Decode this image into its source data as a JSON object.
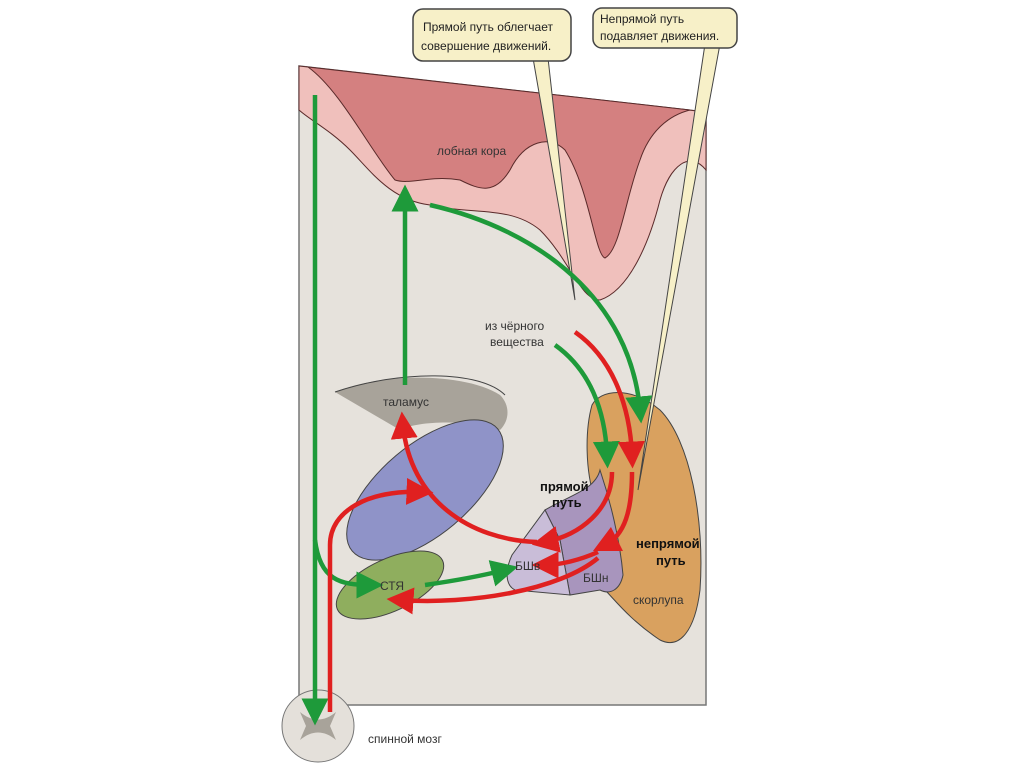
{
  "callouts": {
    "direct": [
      "Прямой путь облегчает",
      "совершение движений."
    ],
    "indirect": [
      "Непрямой путь",
      "подавляет движения."
    ]
  },
  "labels": {
    "cortex": "лобная кора",
    "substantia_nigra": [
      "из чёрного",
      "вещества"
    ],
    "thalamus": "таламус",
    "direct_path": [
      "прямой",
      "путь"
    ],
    "indirect_path": [
      "непрямой",
      "путь"
    ],
    "gpi": "БШв",
    "gpe": "БШн",
    "stn": "СТЯ",
    "putamen": "скорлупа",
    "spinal_cord": "спинной мозг"
  },
  "colors": {
    "excitatory": "#1e9a3a",
    "inhibitory": "#e02020",
    "cortex": "#d88080",
    "thalamus": "#8f93c8",
    "stn": "#8fae5e",
    "putamen": "#d9a15f",
    "globus_pallidus": "#b7a8c8"
  }
}
